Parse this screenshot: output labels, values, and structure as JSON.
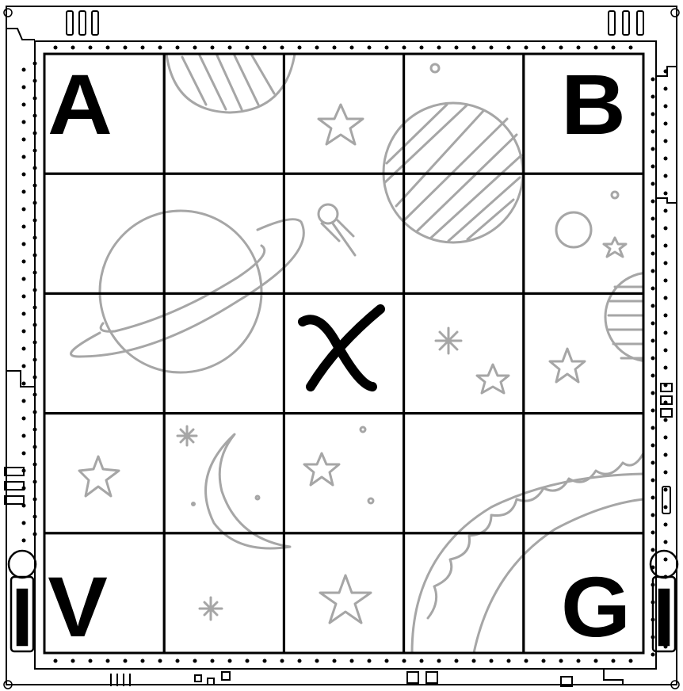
{
  "board": {
    "rows": 5,
    "cols": 5,
    "corner_labels": {
      "top_left": "A",
      "top_right": "B",
      "bottom_left": "V",
      "bottom_right": "G"
    },
    "marks": [
      {
        "symbol": "X",
        "row": 3,
        "col": 3
      }
    ],
    "theme": "space doodles",
    "colors": {
      "grid_line": "#000000",
      "doodle": "#a6a6a6",
      "background": "#ffffff"
    }
  },
  "decor_icons": [
    "planet-ringed-icon",
    "planet-striped-icon",
    "moon-crescent-icon",
    "sun-icon",
    "comet-icon",
    "star-icon",
    "sparkle-icon"
  ]
}
